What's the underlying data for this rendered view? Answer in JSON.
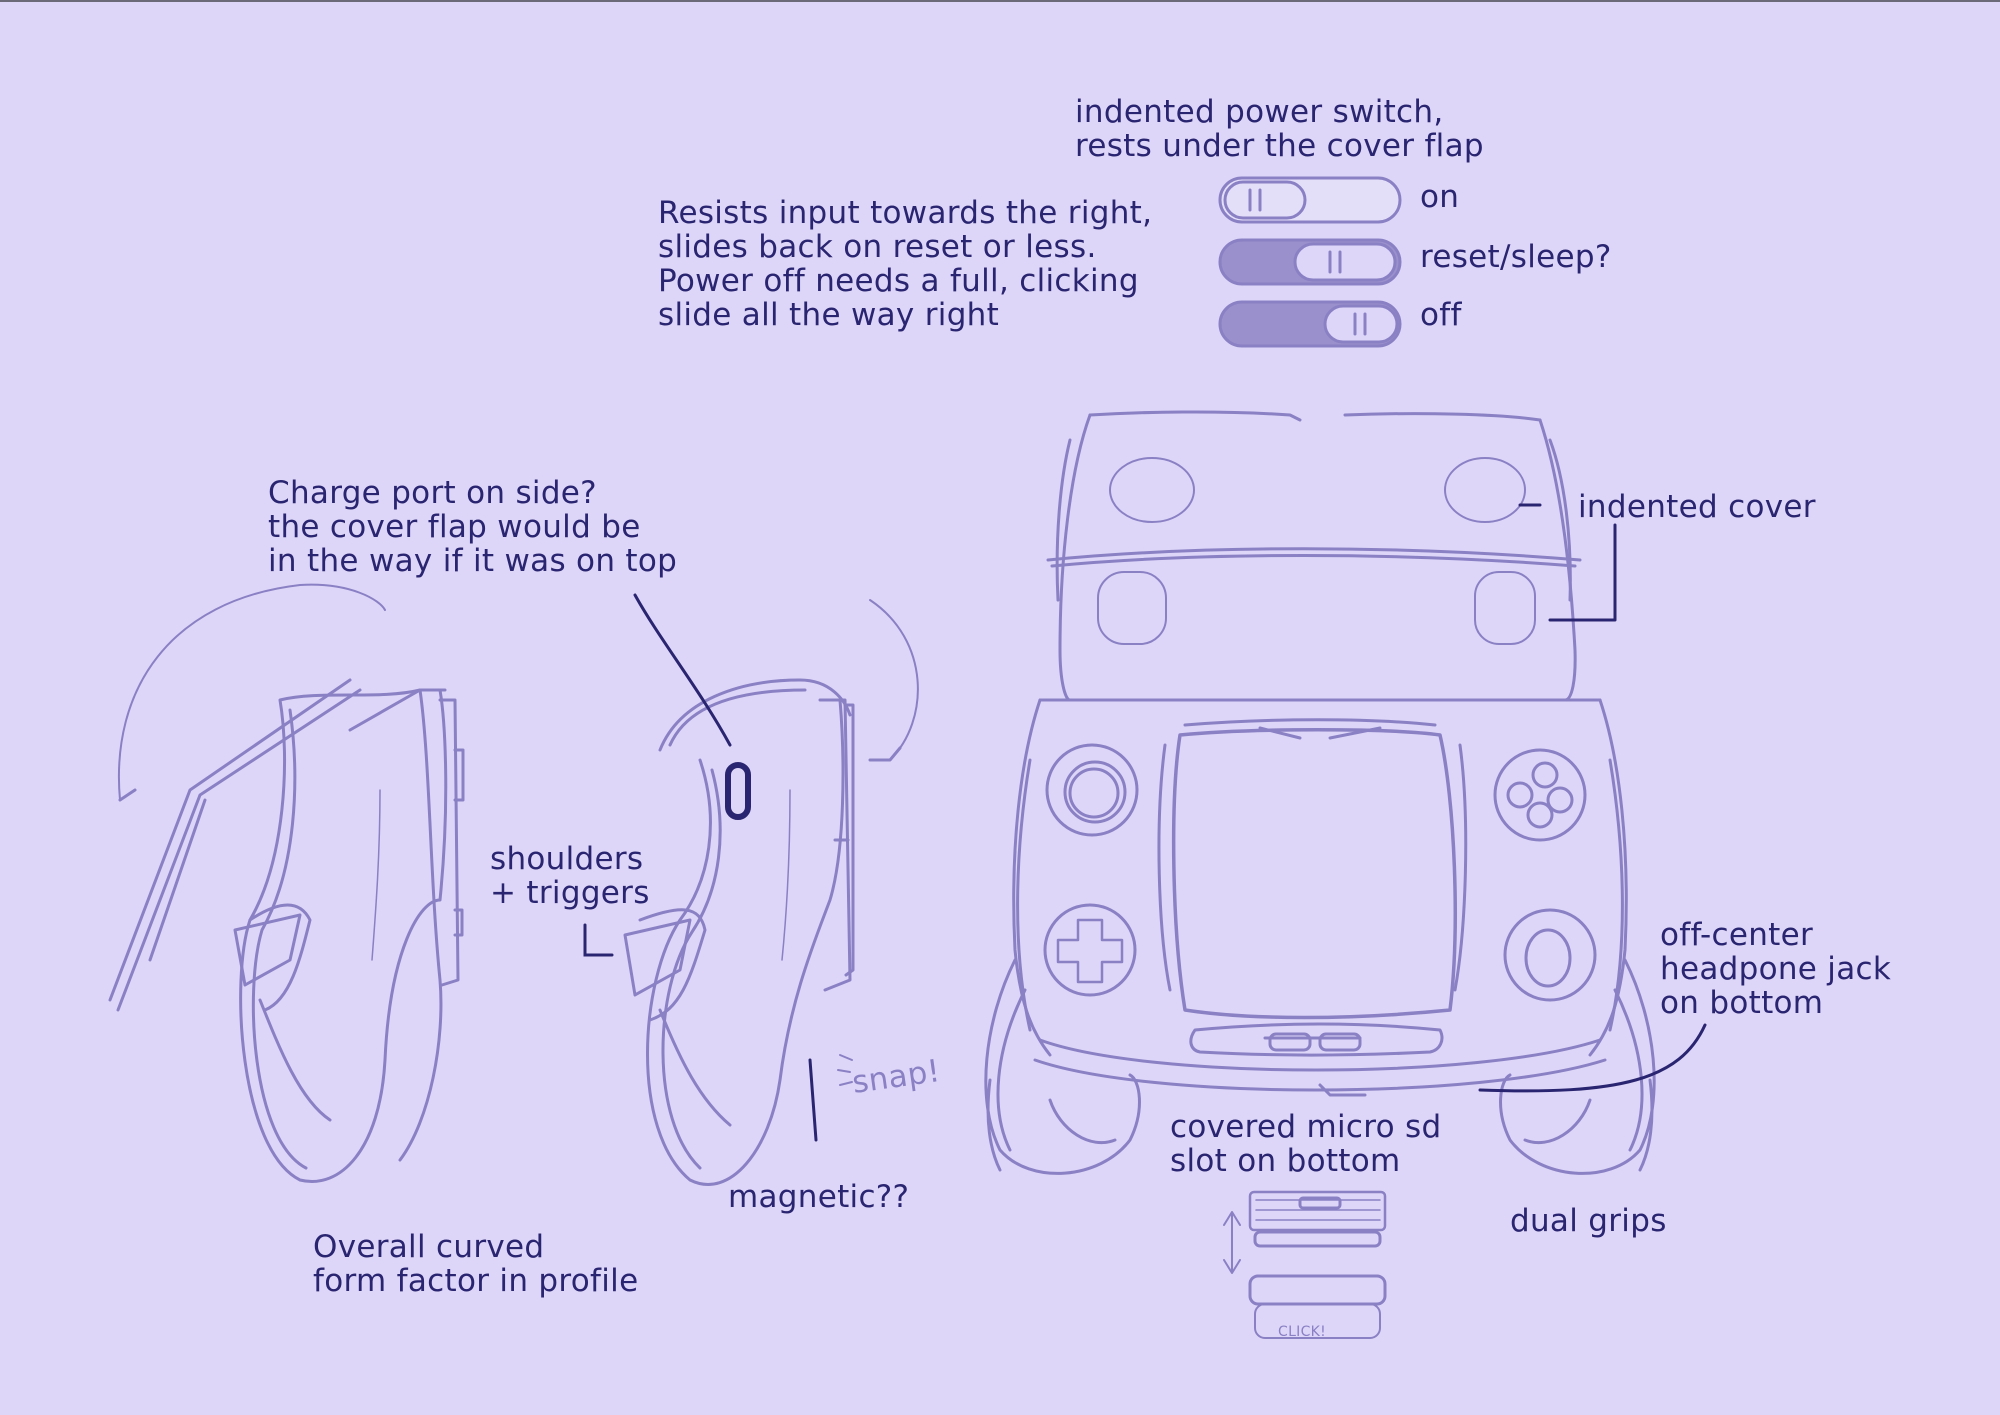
{
  "colors": {
    "background": "#ddd6f8",
    "sketch_stroke": "#8a80c4",
    "sketch_dark": "#7a70b8",
    "label_ink": "#2a2570",
    "switch_fill": "#9a90cc"
  },
  "labels": {
    "power_switch": "indented power switch,\nrests under the cover flap",
    "switch_on": "on",
    "switch_reset": "reset/sleep?",
    "switch_off": "off",
    "switch_behavior": "Resists input towards the right,\nslides back on reset or less.\nPower off needs a full, clicking\nslide all the way right",
    "charge_port": "Charge port on side?\nthe cover flap would be\nin the way if it was on top",
    "indented_cover": "indented cover",
    "shoulders": "shoulders\n+ triggers",
    "headphone_jack": "off-center\nheadpone jack\non bottom",
    "snap": "snap!",
    "magnetic": "magnetic??",
    "micro_sd": "covered micro sd\nslot on bottom",
    "dual_grips": "dual grips",
    "profile": "Overall curved\nform factor in profile",
    "click": "CLICK!"
  }
}
